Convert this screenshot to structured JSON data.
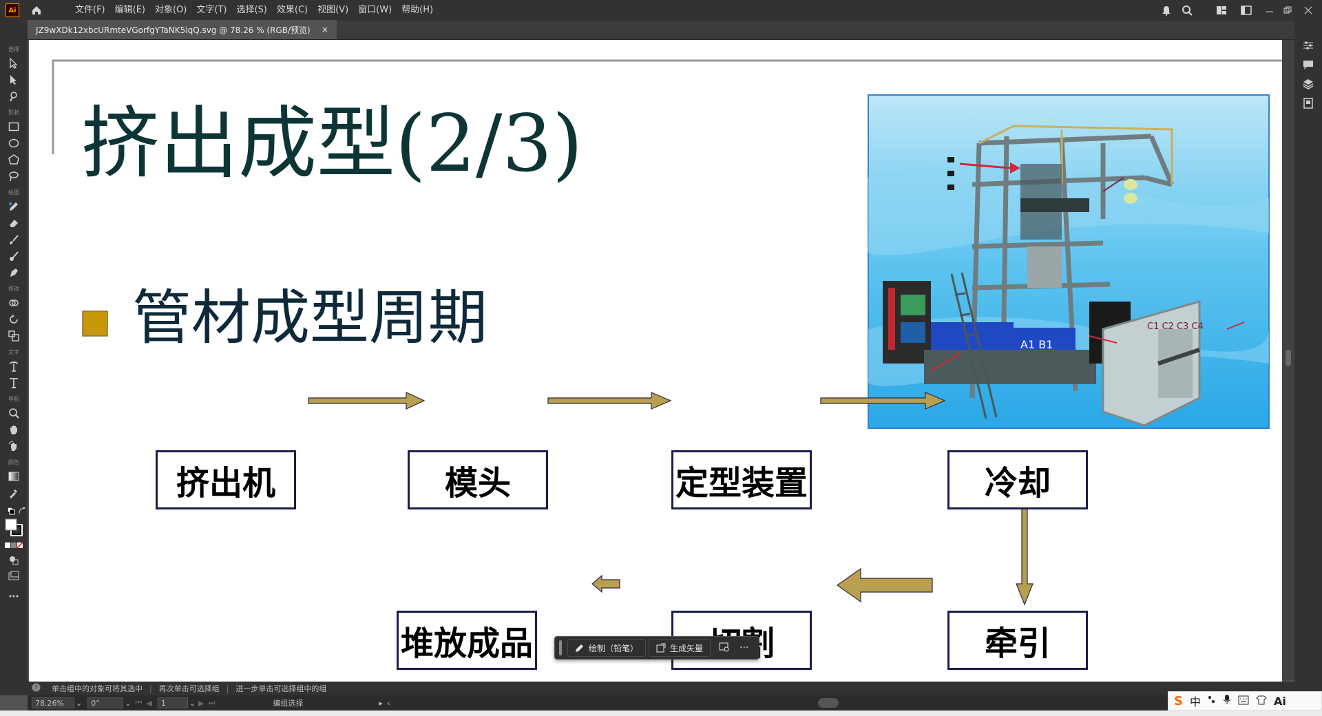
{
  "app": {
    "logo": "Ai",
    "menus": [
      "文件(F)",
      "编辑(E)",
      "对象(O)",
      "文字(T)",
      "选择(S)",
      "效果(C)",
      "视图(V)",
      "窗口(W)",
      "帮助(H)"
    ]
  },
  "document": {
    "tab_title": "JZ9wXDk12xbcURmteVGorfgYTaNK5iqQ.svg @ 78.26 % (RGB/预览)",
    "close_glyph": "×"
  },
  "toolbar": {
    "group_labels": [
      "选择",
      "形状",
      "绘图",
      "修改",
      "文字",
      "导航",
      "颜色"
    ]
  },
  "slide": {
    "title": "挤出成型(2/3)",
    "bullet": "管材成型周期",
    "bullet_color": "#c8960a",
    "title_color": "#0e3535",
    "image_labels": {
      "box_text": "A1 B1",
      "side_text": "C1 C2 C3 C4"
    },
    "flow": {
      "row1": [
        "挤出机",
        "模头",
        "定型装置",
        "冷却"
      ],
      "row2": [
        "牵引",
        "切割",
        "堆放成品"
      ],
      "arrow_color": "#b8a050"
    }
  },
  "context_toolbar": {
    "draw_label": "绘制（铅笔）",
    "vector_label": "生成矢量",
    "more": "···"
  },
  "status": {
    "hint1": "单击组中的对象可将其选中",
    "hint2": "再次单击可选择组",
    "hint3": "进一步单击可选择组中的组",
    "zoom": "78.26%",
    "rotation": "0°",
    "artboard": "1",
    "mode": "编组选择"
  },
  "ime": {
    "lang": "中",
    "ai": "Ai"
  }
}
